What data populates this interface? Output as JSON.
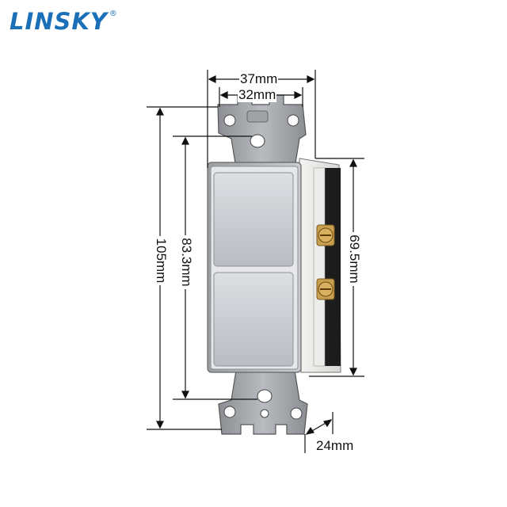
{
  "brand": {
    "name": "LINSKY",
    "registered": "®",
    "color": "#1b6fb8"
  },
  "dimensions": {
    "overall_width": "37mm",
    "inner_width": "32mm",
    "total_height": "105mm",
    "plate_height": "83.3mm",
    "body_height": "69.5mm",
    "depth": "24mm"
  }
}
